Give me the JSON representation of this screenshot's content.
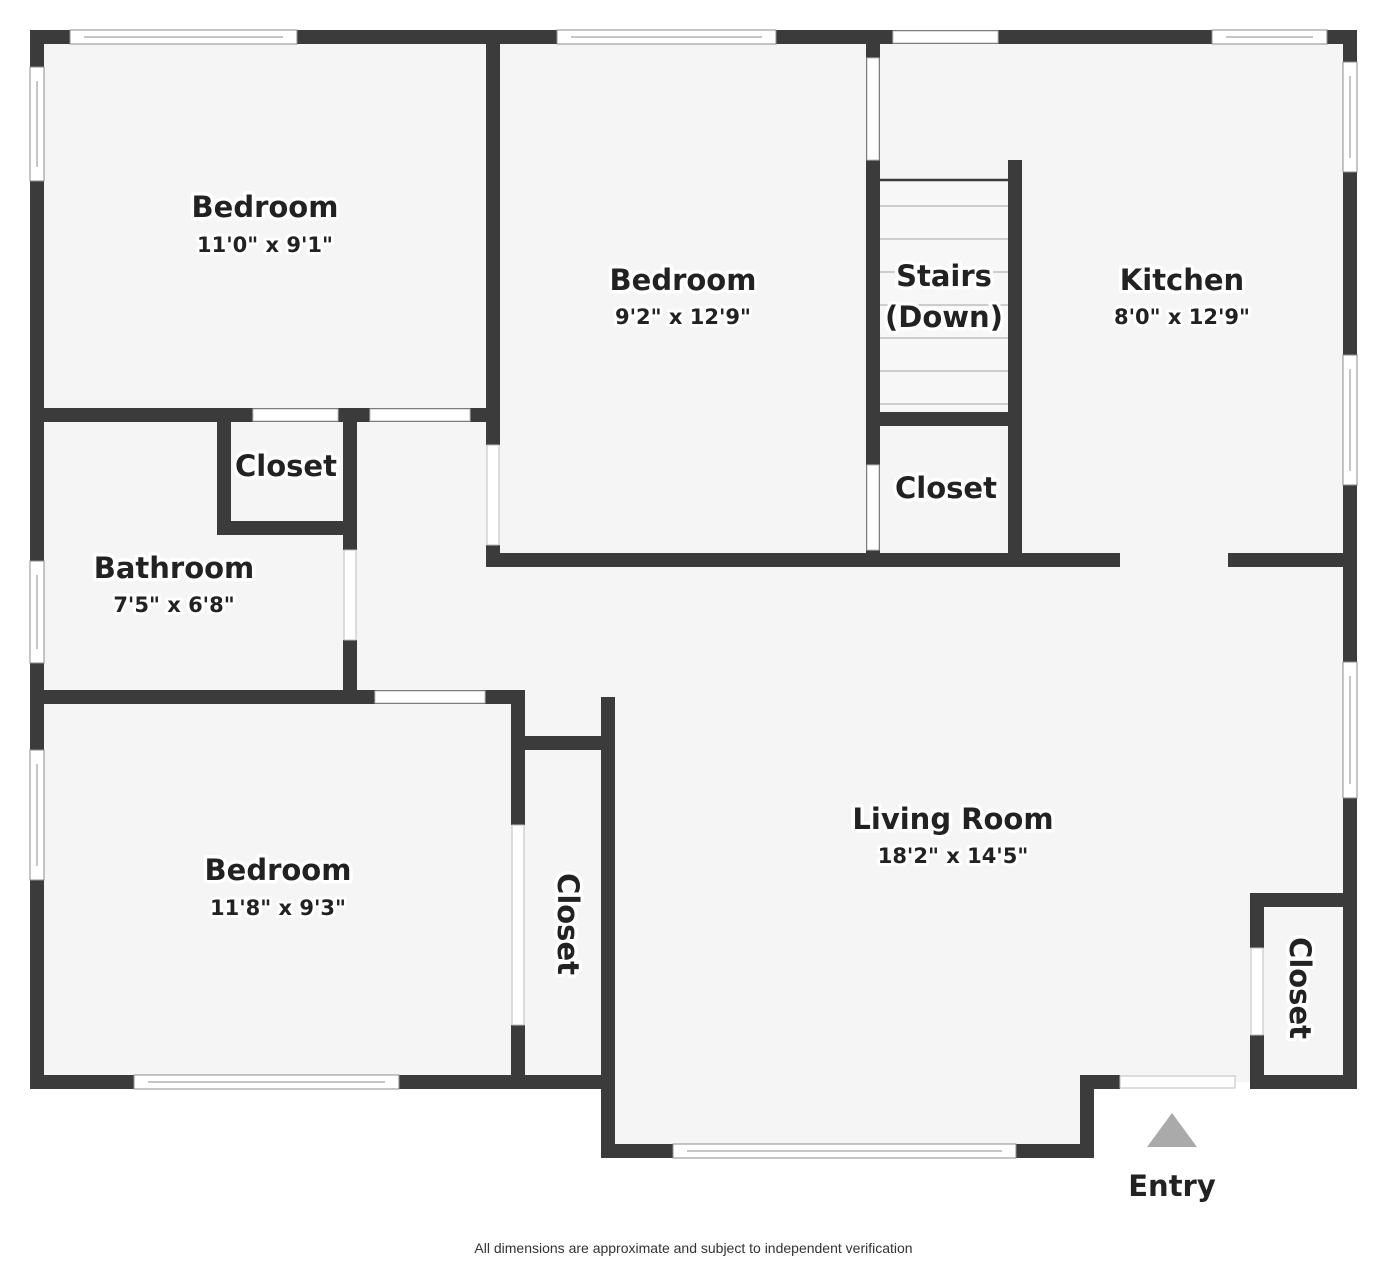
{
  "rooms": [
    {
      "key": "bedroom_nw",
      "name": "Bedroom",
      "dims": "11'0\" x 9'1\""
    },
    {
      "key": "bedroom_n",
      "name": "Bedroom",
      "dims": "9'2\" x 12'9\""
    },
    {
      "key": "stairs",
      "name": "Stairs",
      "name2": "(Down)"
    },
    {
      "key": "kitchen",
      "name": "Kitchen",
      "dims": "8'0\" x 12'9\""
    },
    {
      "key": "closet_bath",
      "name": "Closet"
    },
    {
      "key": "closet_stairs",
      "name": "Closet"
    },
    {
      "key": "bathroom",
      "name": "Bathroom",
      "dims": "7'5\" x 6'8\""
    },
    {
      "key": "bedroom_sw",
      "name": "Bedroom",
      "dims": "11'8\" x 9'3\""
    },
    {
      "key": "closet_sw",
      "name": "Closet"
    },
    {
      "key": "living",
      "name": "Living Room",
      "dims": "18'2\" x 14'5\""
    },
    {
      "key": "closet_entry",
      "name": "Closet"
    }
  ],
  "entry_label": "Entry",
  "disclaimer": "All dimensions are approximate and subject to independent verification",
  "colors": {
    "wall": "#3b3b3b",
    "floor": "#f5f5f5",
    "entry_arrow": "#aaaaaa"
  }
}
